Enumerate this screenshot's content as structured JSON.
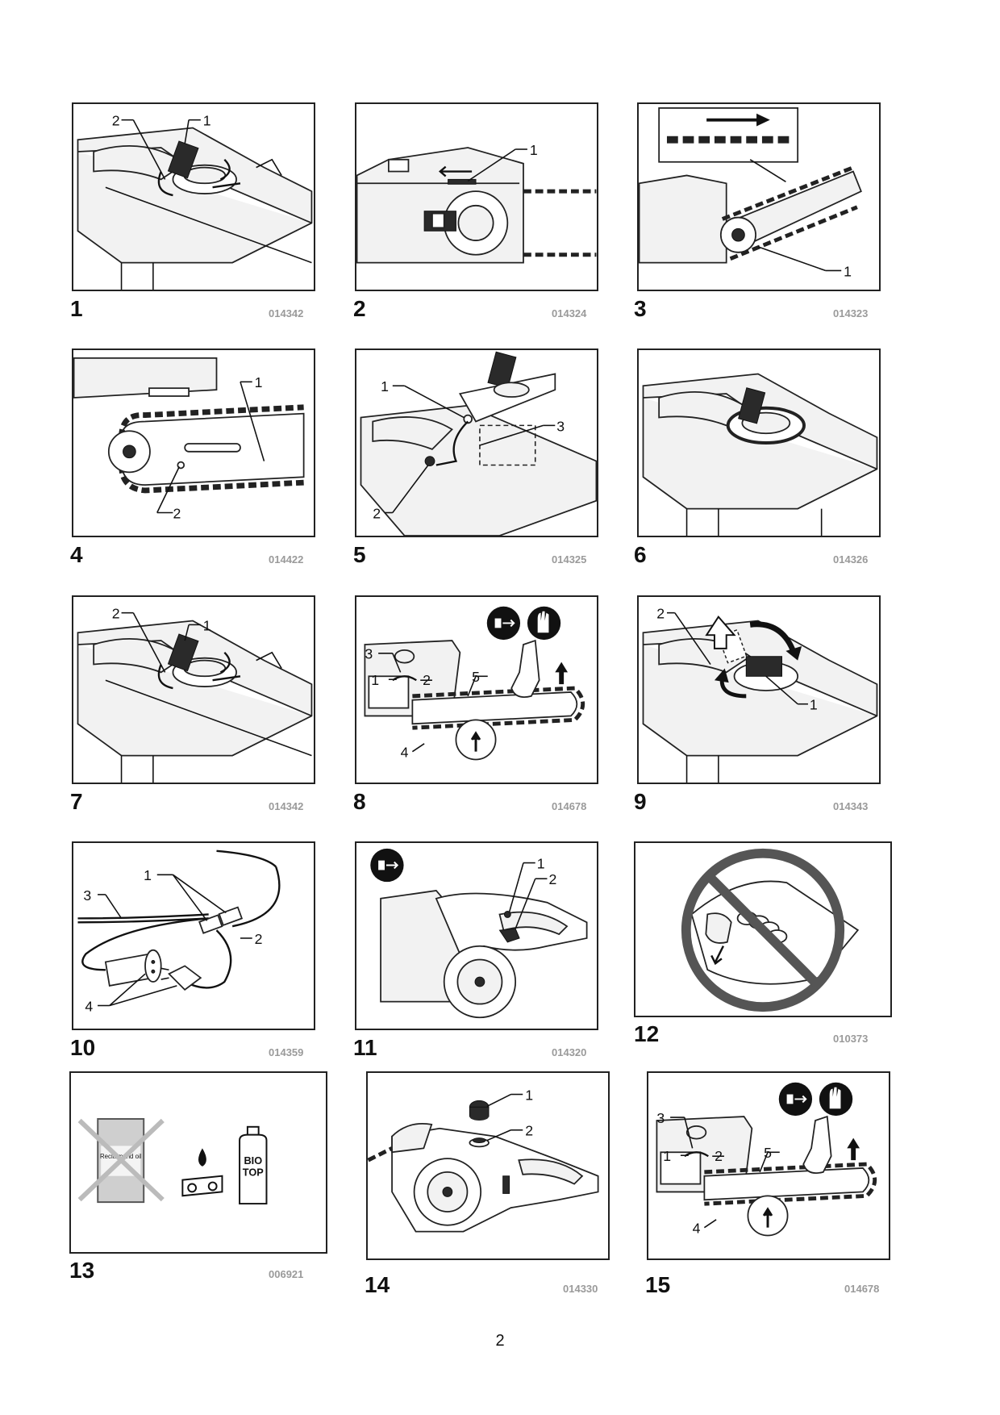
{
  "page_number": "2",
  "figures": [
    {
      "number": "1",
      "code": "014342",
      "callouts": [
        "1",
        "2"
      ]
    },
    {
      "number": "2",
      "code": "014324",
      "callouts": [
        "1"
      ]
    },
    {
      "number": "3",
      "code": "014323",
      "callouts": [
        "1"
      ]
    },
    {
      "number": "4",
      "code": "014422",
      "callouts": [
        "1",
        "2"
      ]
    },
    {
      "number": "5",
      "code": "014325",
      "callouts": [
        "1",
        "2",
        "3"
      ]
    },
    {
      "number": "6",
      "code": "014326",
      "callouts": []
    },
    {
      "number": "7",
      "code": "014342",
      "callouts": [
        "1",
        "2"
      ]
    },
    {
      "number": "8",
      "code": "014678",
      "callouts": [
        "1",
        "2",
        "3",
        "4",
        "5"
      ]
    },
    {
      "number": "9",
      "code": "014343",
      "callouts": [
        "1",
        "2"
      ]
    },
    {
      "number": "10",
      "code": "014359",
      "callouts": [
        "1",
        "2",
        "3",
        "4"
      ]
    },
    {
      "number": "11",
      "code": "014320",
      "callouts": [
        "1",
        "2"
      ]
    },
    {
      "number": "12",
      "code": "010373",
      "callouts": []
    },
    {
      "number": "13",
      "code": "006921",
      "callouts": [],
      "texts": {
        "oil_label": "Reclaimend oil",
        "bottle_label_1": "BIO",
        "bottle_label_2": "TOP"
      }
    },
    {
      "number": "14",
      "code": "014330",
      "callouts": [
        "1",
        "2"
      ]
    },
    {
      "number": "15",
      "code": "014678",
      "callouts": [
        "1",
        "2",
        "3",
        "4",
        "5"
      ]
    }
  ]
}
